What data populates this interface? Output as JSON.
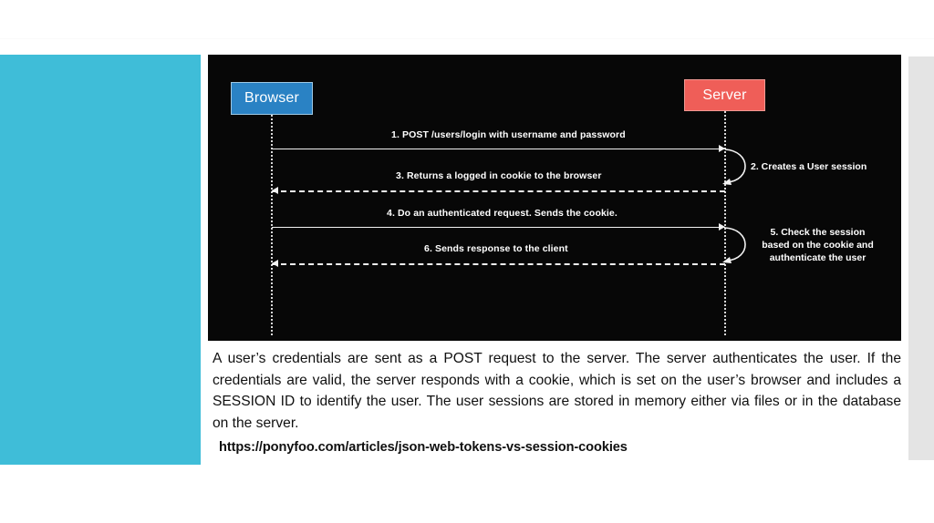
{
  "slide": {
    "accent_color": "#3fbdd8",
    "right_strip_color": "#e4e4e4",
    "background_color": "#ffffff"
  },
  "diagram": {
    "background_color": "#070707",
    "type": "sequence-diagram",
    "participants": [
      {
        "id": "browser",
        "label": "Browser",
        "color": "#2a82c4",
        "border_color": "#9ec8e4"
      },
      {
        "id": "server",
        "label": "Server",
        "color": "#ef5e58",
        "border_color": "#f09993"
      }
    ],
    "messages": [
      {
        "number": "1",
        "label": "1. POST /users/login with username and password",
        "from": "browser",
        "to": "server",
        "style": "solid"
      },
      {
        "number": "3",
        "label": "3. Returns a logged in cookie to the browser",
        "from": "server",
        "to": "browser",
        "style": "dashed"
      },
      {
        "number": "4",
        "label": "4. Do an authenticated request. Sends the cookie.",
        "from": "browser",
        "to": "server",
        "style": "solid"
      },
      {
        "number": "6",
        "label": "6. Sends response to the client",
        "from": "server",
        "to": "browser",
        "style": "dashed"
      }
    ],
    "self_messages": [
      {
        "number": "2",
        "label": "2. Creates a User session",
        "on": "server"
      },
      {
        "number": "5",
        "label": "5. Check the session\nbased on the cookie and\nauthenticate the user",
        "on": "server"
      }
    ]
  },
  "content": {
    "paragraph": "A user’s credentials are sent as a POST request to the server. The server authenticates the user. If the credentials are valid, the server responds with a cookie, which is set on the user’s browser and includes a SESSION ID to identify the user. The user sessions are stored in memory either via files or in the database on the server.",
    "source_url": "https://ponyfoo.com/articles/json-web-tokens-vs-session-cookies"
  }
}
